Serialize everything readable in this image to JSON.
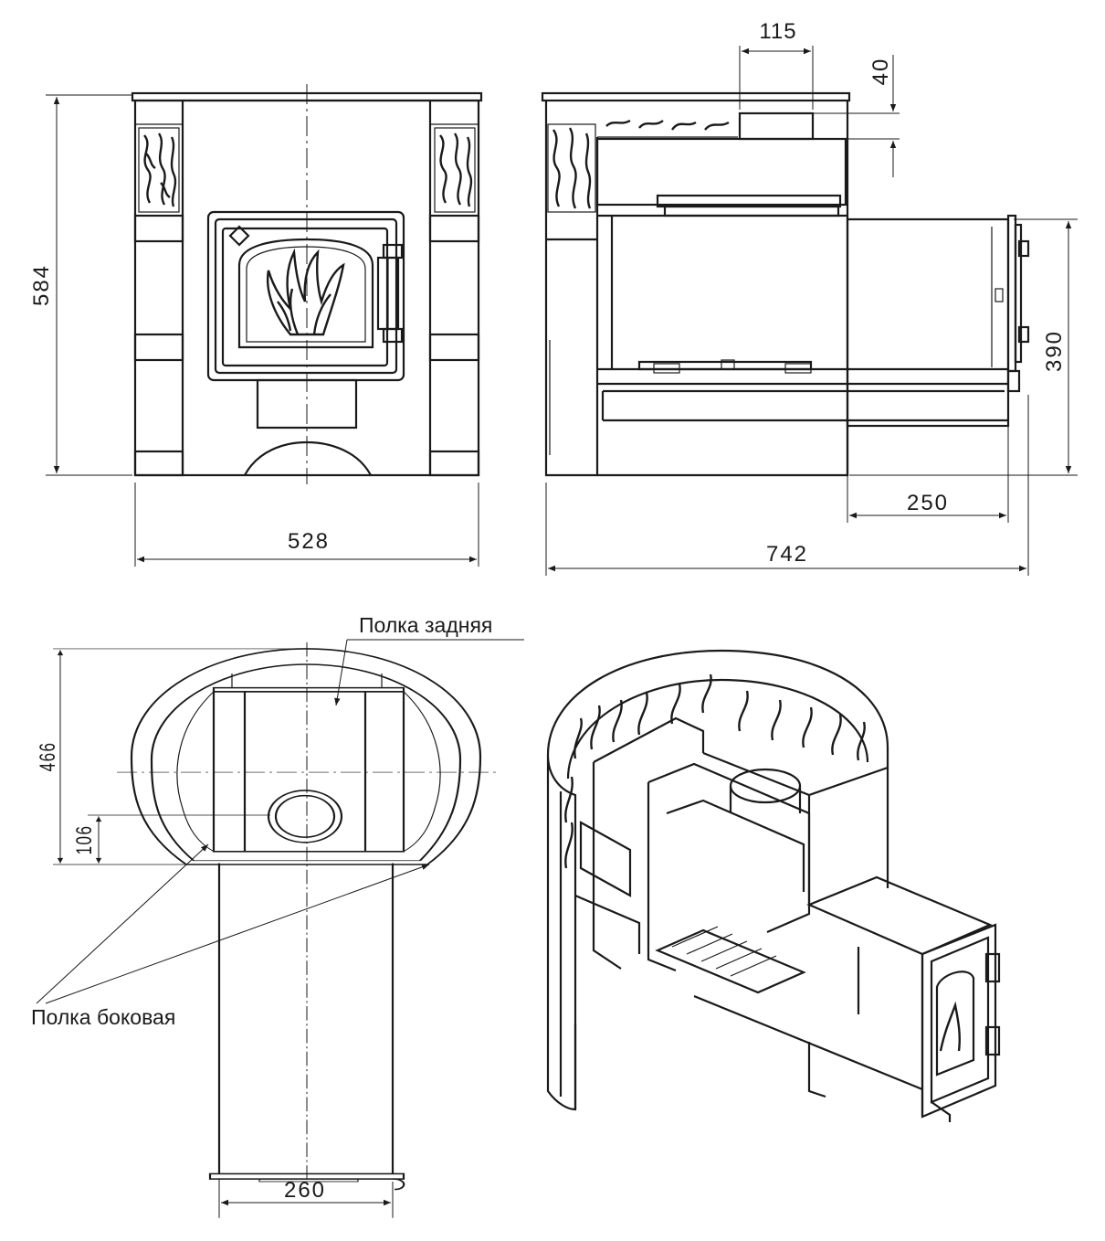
{
  "dimensions": {
    "front_height": "584",
    "front_width": "528",
    "side_total_length": "742",
    "side_front_protrusion": "250",
    "side_door_height": "390",
    "side_chimney_width": "115",
    "side_chimney_height": "40",
    "top_depth": "466",
    "top_shelf_offset": "106",
    "top_tunnel_width": "260"
  },
  "annotations": {
    "rear_shelf": "Полка задняя",
    "side_shelf": "Полка боковая"
  },
  "colors": {
    "line": "#1a1a1a",
    "background": "#ffffff"
  }
}
